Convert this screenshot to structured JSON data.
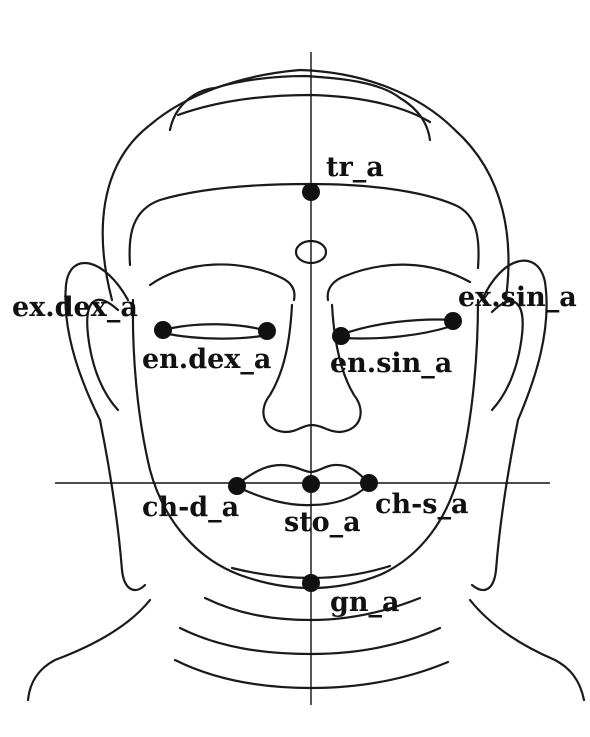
{
  "colors": {
    "ink": "#111111",
    "background": "#ffffff"
  },
  "landmarks": [
    {
      "id": "tr",
      "label": "tr_a"
    },
    {
      "id": "exdex",
      "label": "ex.dex_a"
    },
    {
      "id": "endex",
      "label": "en.dex_a"
    },
    {
      "id": "ensin",
      "label": "en.sin_a"
    },
    {
      "id": "exsin",
      "label": "ex.sin_a"
    },
    {
      "id": "chd",
      "label": "ch-d_a"
    },
    {
      "id": "sto",
      "label": "sto_a"
    },
    {
      "id": "chs",
      "label": "ch-s_a"
    },
    {
      "id": "gn",
      "label": "gn_a"
    }
  ]
}
